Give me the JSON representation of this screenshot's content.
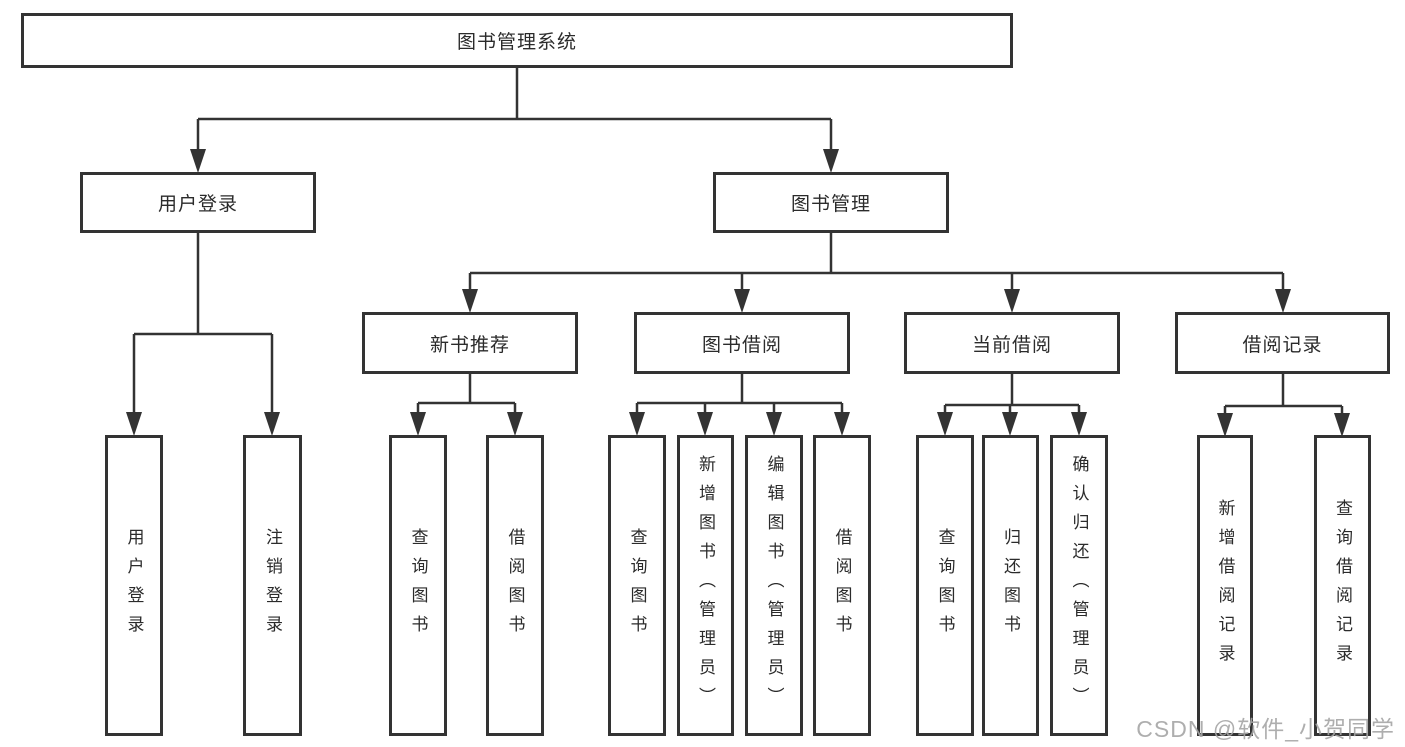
{
  "diagram": {
    "root": {
      "label": "图书管理系统"
    },
    "level2": [
      {
        "label": "用户登录"
      },
      {
        "label": "图书管理"
      }
    ],
    "level3": [
      {
        "label": "新书推荐"
      },
      {
        "label": "图书借阅"
      },
      {
        "label": "当前借阅"
      },
      {
        "label": "借阅记录"
      }
    ],
    "leaves": [
      {
        "parent": "用户登录",
        "label": "用户登录"
      },
      {
        "parent": "用户登录",
        "label": "注销登录"
      },
      {
        "parent": "新书推荐",
        "label": "查询图书"
      },
      {
        "parent": "新书推荐",
        "label": "借阅图书"
      },
      {
        "parent": "图书借阅",
        "label": "查询图书"
      },
      {
        "parent": "图书借阅",
        "label": "新增图书（管理员）"
      },
      {
        "parent": "图书借阅",
        "label": "编辑图书（管理员）"
      },
      {
        "parent": "图书借阅",
        "label": "借阅图书"
      },
      {
        "parent": "当前借阅",
        "label": "查询图书"
      },
      {
        "parent": "当前借阅",
        "label": "归还图书"
      },
      {
        "parent": "当前借阅",
        "label": "确认归还（管理员）"
      },
      {
        "parent": "借阅记录",
        "label": "新增借阅记录"
      },
      {
        "parent": "借阅记录",
        "label": "查询借阅记录"
      }
    ],
    "watermark": "CSDN @软件_小贺同学",
    "colors": {
      "line": "#333333",
      "text": "#2b2b2b",
      "watermark": "#a6a6a6",
      "background": "#ffffff"
    }
  }
}
